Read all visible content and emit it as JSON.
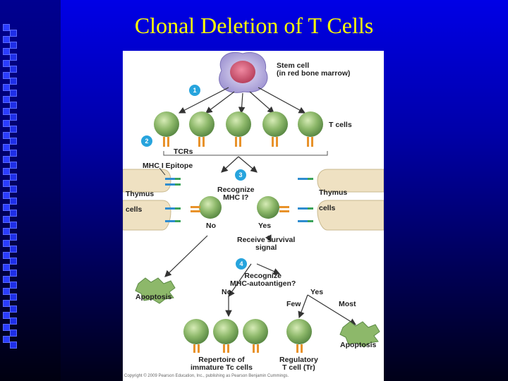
{
  "slide": {
    "title": "Clonal Deletion of T Cells",
    "title_color": "#ffff00",
    "background_color": "#0000cc"
  },
  "figure": {
    "stem_cell_label": "Stem cell\n(in red bone marrow)",
    "t_cells_label": "T cells",
    "tcrs_label": "TCRs",
    "mhc_epitope_label": "MHC I Epitope",
    "thymus_left_label": "Thymus",
    "thymus_left_cells": "cells",
    "thymus_right_label": "Thymus",
    "thymus_right_cells": "cells",
    "recognize_mhc_label": "Recognize\nMHC I?",
    "no_label_1": "No",
    "yes_label_1": "Yes",
    "survival_label": "Receive survival\nsignal",
    "recognize_autoantigen_label": "Recognize\nMHC-autoantigen?",
    "no_label_2": "No",
    "yes_label_2": "Yes",
    "few_label": "Few",
    "most_label": "Most",
    "apoptosis_left_label": "Apoptosis",
    "apoptosis_right_label": "Apoptosis",
    "repertoire_label": "Repertoire of\nimmature Tc cells",
    "regulatory_label": "Regulatory\nT cell (Tr)",
    "copyright": "Copyright © 2009 Pearson Education, Inc., publishing as Pearson Benjamin Cummings.",
    "steps": [
      "1",
      "2",
      "3",
      "4"
    ],
    "colors": {
      "cell_green": "#7fae5c",
      "cell_highlight": "#cfe5b0",
      "stem_purple": "#a9a0d8",
      "stem_nucleus": "#d0607a",
      "tcr_orange": "#e8922a",
      "thymus_tan": "#efe1c2",
      "step_blue": "#27a4dd"
    }
  }
}
